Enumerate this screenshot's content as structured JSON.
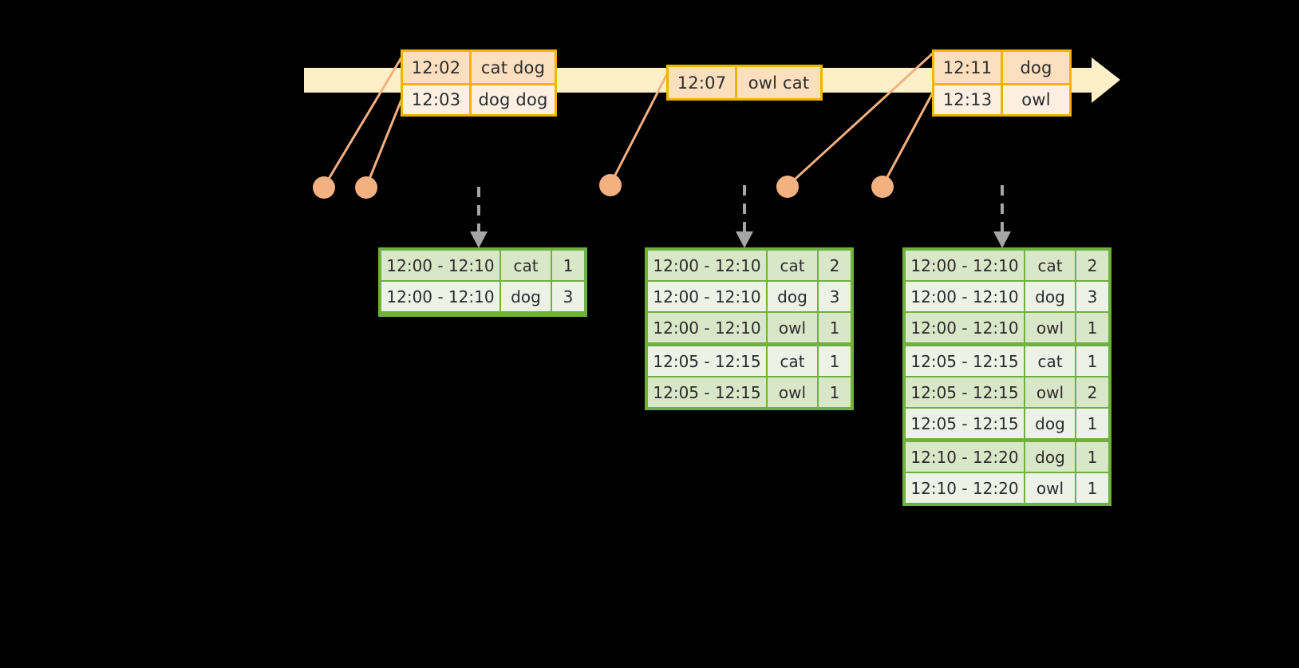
{
  "colors": {
    "background": "#000000",
    "timeline_bar": "#fdf0c8",
    "event_border": "#f5b301",
    "event_fill_a": "#fbdfbe",
    "event_fill_b": "#fdf0e3",
    "connector": "#f3b181",
    "table_border": "#6fb03f",
    "table_fill_a": "#d9e7c9",
    "table_fill_b": "#edf2e6",
    "dashed_arrow": "#a6a6a6"
  },
  "timeline": {
    "name": "event-stream-timeline",
    "event_groups": [
      {
        "name": "event-group-1",
        "rows": [
          {
            "time": "12:02",
            "words": "cat dog"
          },
          {
            "time": "12:03",
            "words": "dog dog"
          }
        ]
      },
      {
        "name": "event-group-2",
        "rows": [
          {
            "time": "12:07",
            "words": "owl cat"
          }
        ]
      },
      {
        "name": "event-group-3",
        "rows": [
          {
            "time": "12:11",
            "words": "dog"
          },
          {
            "time": "12:13",
            "words": "owl"
          }
        ]
      }
    ]
  },
  "results": [
    {
      "name": "result-table-1",
      "rows": [
        {
          "window": "12:00 - 12:10",
          "word": "cat",
          "count": "1"
        },
        {
          "window": "12:00 - 12:10",
          "word": "dog",
          "count": "3"
        }
      ]
    },
    {
      "name": "result-table-2",
      "rows": [
        {
          "window": "12:00 - 12:10",
          "word": "cat",
          "count": "2"
        },
        {
          "window": "12:00 - 12:10",
          "word": "dog",
          "count": "3"
        },
        {
          "window": "12:00 - 12:10",
          "word": "owl",
          "count": "1"
        },
        {
          "window": "12:05 - 12:15",
          "word": "cat",
          "count": "1"
        },
        {
          "window": "12:05 - 12:15",
          "word": "owl",
          "count": "1"
        }
      ]
    },
    {
      "name": "result-table-3",
      "rows": [
        {
          "window": "12:00 - 12:10",
          "word": "cat",
          "count": "2"
        },
        {
          "window": "12:00 - 12:10",
          "word": "dog",
          "count": "3"
        },
        {
          "window": "12:00 - 12:10",
          "word": "owl",
          "count": "1"
        },
        {
          "window": "12:05 - 12:15",
          "word": "cat",
          "count": "1"
        },
        {
          "window": "12:05 - 12:15",
          "word": "owl",
          "count": "2"
        },
        {
          "window": "12:05 - 12:15",
          "word": "dog",
          "count": "1"
        },
        {
          "window": "12:10 - 12:20",
          "word": "dog",
          "count": "1"
        },
        {
          "window": "12:10 - 12:20",
          "word": "owl",
          "count": "1"
        }
      ]
    }
  ]
}
